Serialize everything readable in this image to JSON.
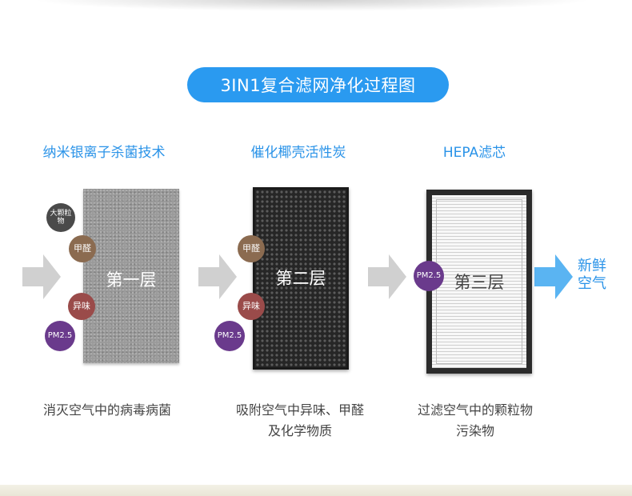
{
  "title": "3IN1复合滤网净化过程图",
  "columns": [
    {
      "title": "纳米银离子杀菌技术",
      "layer_label": "第一层",
      "description_line1": "消灭空气中的病毒病菌",
      "description_line2": ""
    },
    {
      "title": "催化椰壳活性炭",
      "layer_label": "第二层",
      "description_line1": "吸附空气中异味、甲醛",
      "description_line2": "及化学物质"
    },
    {
      "title": "HEPA滤芯",
      "layer_label": "第三层",
      "description_line1": "过滤空气中的颗粒物",
      "description_line2": "污染物"
    }
  ],
  "badges": {
    "large_particles": "大颗粒物",
    "formaldehyde": "甲醛",
    "odor": "异味",
    "pm25": "PM2.5"
  },
  "output": {
    "line1": "新鲜",
    "line2": "空气"
  },
  "colors": {
    "accent": "#2a9af0",
    "title_text": "#2a93e8",
    "arrow_gray": "#d0d0d0",
    "arrow_blue": "#5ab4f2"
  }
}
